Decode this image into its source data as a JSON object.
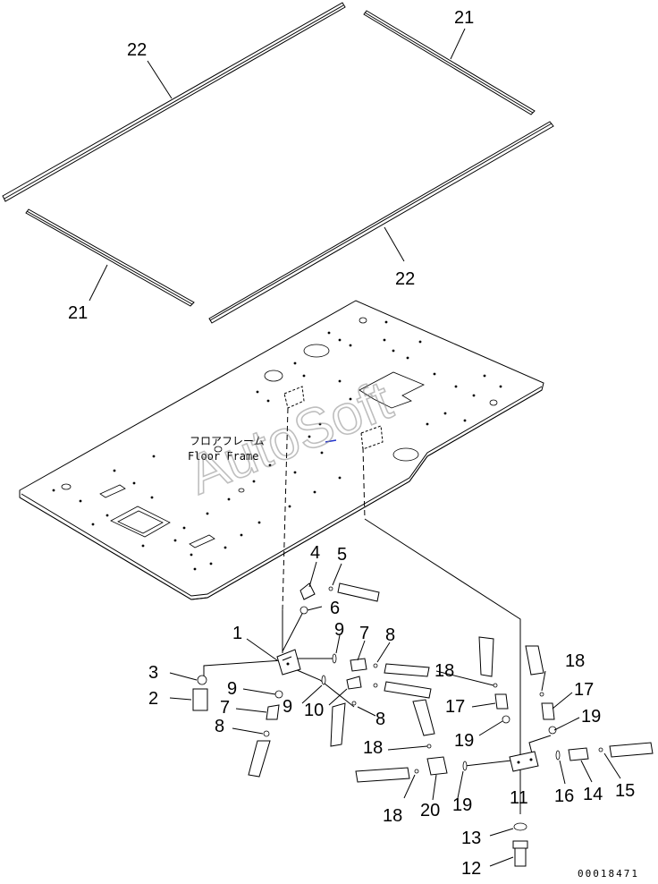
{
  "diagram": {
    "labels": {
      "frame_jp": "フロアフレーム",
      "frame_en": "Floor Frame",
      "watermark": "AutoSoft",
      "drawing_number": "00018471"
    },
    "callouts": [
      {
        "id": "c22a",
        "text": "22"
      },
      {
        "id": "c21a",
        "text": "21"
      },
      {
        "id": "c21b",
        "text": "21"
      },
      {
        "id": "c22b",
        "text": "22"
      },
      {
        "id": "c4",
        "text": "4"
      },
      {
        "id": "c5",
        "text": "5"
      },
      {
        "id": "c6",
        "text": "6"
      },
      {
        "id": "c1",
        "text": "1"
      },
      {
        "id": "c9a",
        "text": "9"
      },
      {
        "id": "c7a",
        "text": "7"
      },
      {
        "id": "c8a",
        "text": "8"
      },
      {
        "id": "c18a",
        "text": "18"
      },
      {
        "id": "c18b",
        "text": "18"
      },
      {
        "id": "c3",
        "text": "3"
      },
      {
        "id": "c9b",
        "text": "9"
      },
      {
        "id": "c9c",
        "text": "9"
      },
      {
        "id": "c10",
        "text": "10"
      },
      {
        "id": "c17a",
        "text": "17"
      },
      {
        "id": "c17b",
        "text": "17"
      },
      {
        "id": "c2",
        "text": "2"
      },
      {
        "id": "c7b",
        "text": "7"
      },
      {
        "id": "c8b",
        "text": "8"
      },
      {
        "id": "c8c",
        "text": "8"
      },
      {
        "id": "c19a",
        "text": "19"
      },
      {
        "id": "c19b",
        "text": "19"
      },
      {
        "id": "c18c",
        "text": "18"
      },
      {
        "id": "c18d",
        "text": "18"
      },
      {
        "id": "c20",
        "text": "20"
      },
      {
        "id": "c19c",
        "text": "19"
      },
      {
        "id": "c11",
        "text": "11"
      },
      {
        "id": "c16",
        "text": "16"
      },
      {
        "id": "c14",
        "text": "14"
      },
      {
        "id": "c15",
        "text": "15"
      },
      {
        "id": "c13",
        "text": "13"
      },
      {
        "id": "c12",
        "text": "12"
      }
    ]
  }
}
